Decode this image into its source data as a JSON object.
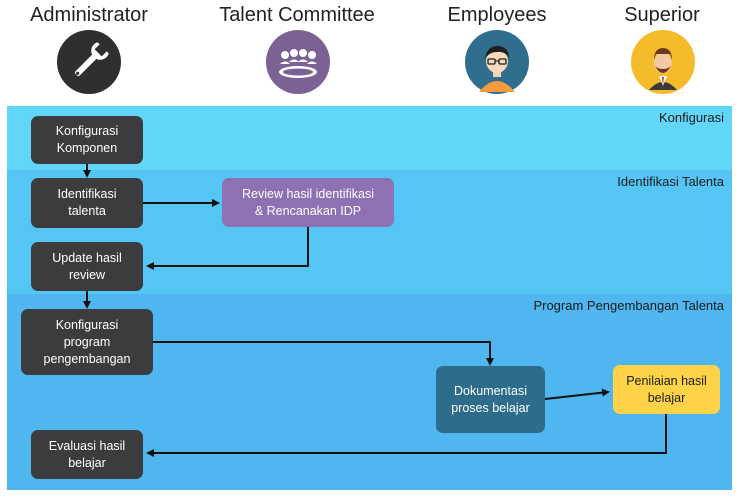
{
  "roles": [
    {
      "title": "Administrator",
      "icon": "wrench-icon",
      "color": "#2f2f2f"
    },
    {
      "title": "Talent Committee",
      "icon": "people-group-icon",
      "color": "#7c6294"
    },
    {
      "title": "Employees",
      "icon": "employee-avatar-icon",
      "color": "#2f6e8d"
    },
    {
      "title": "Superior",
      "icon": "superior-avatar-icon",
      "color": "#f4bc2a"
    }
  ],
  "lanes": [
    {
      "label": "Konfigurasi"
    },
    {
      "label": "Identifikasi Talenta"
    },
    {
      "label": "Program Pengembangan Talenta"
    }
  ],
  "steps": {
    "konfigurasi_komponen": "Konfigurasi\nKomponen",
    "identifikasi_talenta": "Identifikasi\ntalenta",
    "review_idp": "Review hasil identifikasi\n& Rencanakan IDP",
    "update_review": "Update hasil\nreview",
    "konfigurasi_program": "Konfigurasi\nprogram\npengembangan",
    "dokumentasi": "Dokumentasi\nproses belajar",
    "penilaian": "Penilaian hasil\nbelajar",
    "evaluasi": "Evaluasi hasil\nbelajar"
  },
  "colors": {
    "lane_1": "#62d6f8",
    "lane_2": "#55c5f3",
    "lane_3": "#4fb6ef",
    "dark_box": "#3c3c3e",
    "purple_box": "#8d71b3",
    "teal_box": "#2d6c8b",
    "yellow_box": "#ffd348"
  }
}
